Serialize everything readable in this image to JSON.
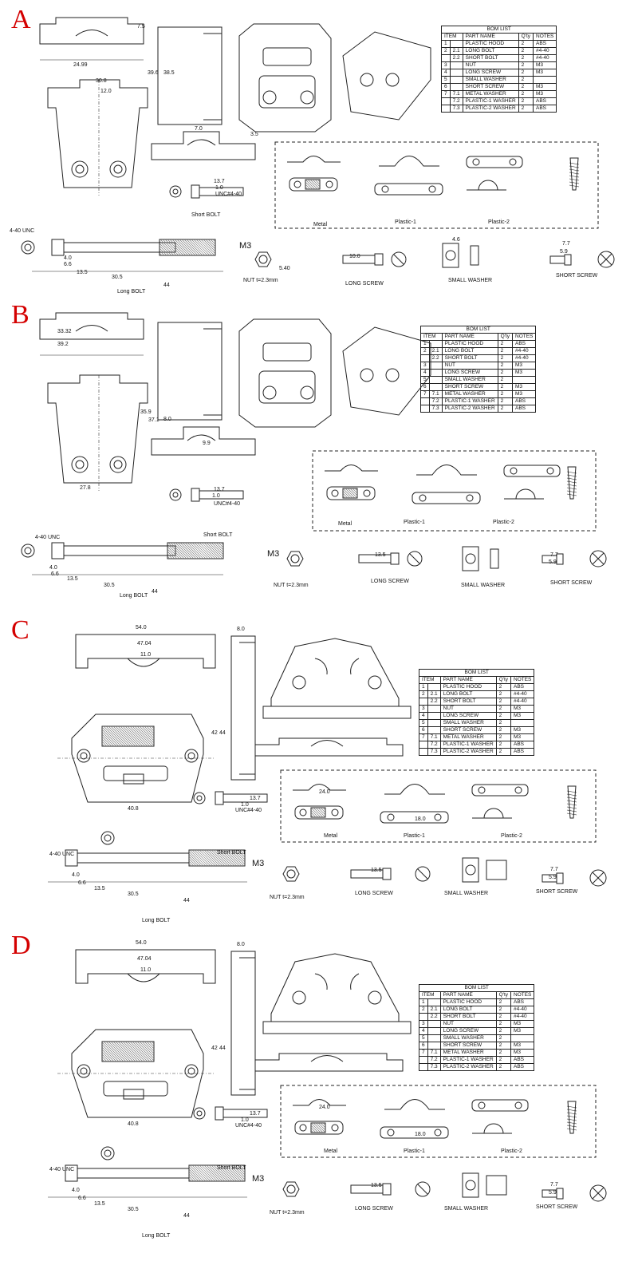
{
  "sheets": [
    {
      "letter": "A",
      "dims": [
        "24.99",
        "7.5",
        "30.8",
        "12.0",
        "39.6",
        "38.5",
        "7.0",
        "3.5",
        "13.7",
        "1.0",
        "UNC#4-40",
        "4-40 UNC",
        "4.0",
        "6.6",
        "13.5",
        "30.5",
        "44",
        "5.40",
        "10.0",
        "4.6",
        "7.7",
        "5.9"
      ],
      "labels": {
        "short_bolt": "Short BOLT",
        "long_bolt": "Long BOLT",
        "nut": "NUT  t=2.3mm",
        "long_screw": "LONG SCREW",
        "small_washer": "SMALL WASHER",
        "short_screw": "SHORT SCREW",
        "metal": "Metal",
        "plastic1": "Plastic-1",
        "plastic2": "Plastic-2",
        "m3": "M3"
      }
    },
    {
      "letter": "B",
      "dims": [
        "33.32",
        "39.2",
        "8.0",
        "35.9",
        "37.1",
        "27.8",
        "9.9",
        "13.7",
        "1.0",
        "UNC#4-40",
        "4-40 UNC",
        "4.0",
        "6.6",
        "13.5",
        "30.5",
        "44",
        "13.5",
        "7.7",
        "5.9"
      ],
      "labels": {
        "short_bolt": "Short BOLT",
        "long_bolt": "Long BOLT",
        "nut": "NUT  t=2.3mm",
        "long_screw": "LONG SCREW",
        "small_washer": "SMALL WASHER",
        "short_screw": "SHORT SCREW",
        "metal": "Metal",
        "plastic1": "Plastic-1",
        "plastic2": "Plastic-2",
        "m3": "M3"
      }
    },
    {
      "letter": "C",
      "dims": [
        "54.0",
        "47.04",
        "11.0",
        "8.0",
        "42",
        "44",
        "40.8",
        "13.7",
        "1.0",
        "UNC#4-40",
        "4-40 UNC",
        "4.0",
        "6.6",
        "13.5",
        "30.5",
        "44",
        "13.5",
        "7.7",
        "5.9",
        "24.0",
        "18.0"
      ],
      "labels": {
        "short_bolt": "Short BOLT",
        "long_bolt": "Long BOLT",
        "nut": "NUT  t=2.3mm",
        "long_screw": "LONG SCREW",
        "small_washer": "SMALL WASHER",
        "short_screw": "SHORT SCREW",
        "metal": "Metal",
        "plastic1": "Plastic-1",
        "plastic2": "Plastic-2",
        "m3": "M3"
      }
    },
    {
      "letter": "D",
      "dims": [
        "54.0",
        "47.04",
        "11.0",
        "8.0",
        "42",
        "44",
        "40.8",
        "13.7",
        "1.0",
        "UNC#4-40",
        "4-40 UNC",
        "4.0",
        "6.6",
        "13.5",
        "30.5",
        "44",
        "13.5",
        "7.7",
        "5.9",
        "24.0",
        "18.0"
      ],
      "labels": {
        "short_bolt": "Short BOLT",
        "long_bolt": "Long BOLT",
        "nut": "NUT  t=2.3mm",
        "long_screw": "LONG SCREW",
        "small_washer": "SMALL WASHER",
        "short_screw": "SHORT SCREW",
        "metal": "Metal",
        "plastic1": "Plastic-1",
        "plastic2": "Plastic-2",
        "m3": "M3"
      }
    }
  ],
  "bom": {
    "title": "BOM LIST",
    "headers": [
      "ITEM",
      "PART NAME",
      "Q'ty",
      "NOTES"
    ],
    "rows": [
      {
        "item": "1",
        "sub": "",
        "name": "PLASTIC HOOD",
        "qty": "2",
        "notes": "ABS"
      },
      {
        "item": "2",
        "sub": "2.1",
        "name": "LONG BOLT",
        "qty": "2",
        "notes": "#4-40"
      },
      {
        "item": "",
        "sub": "2.2",
        "name": "SHORT BOLT",
        "qty": "2",
        "notes": "#4-40"
      },
      {
        "item": "3",
        "sub": "",
        "name": "NUT",
        "qty": "2",
        "notes": "M3"
      },
      {
        "item": "4",
        "sub": "",
        "name": "LONG SCREW",
        "qty": "2",
        "notes": "M3"
      },
      {
        "item": "5",
        "sub": "",
        "name": "SMALL WASHER",
        "qty": "2",
        "notes": ""
      },
      {
        "item": "6",
        "sub": "",
        "name": "SHORT SCREW",
        "qty": "2",
        "notes": "M3"
      },
      {
        "item": "7",
        "sub": "7.1",
        "name": "METAL WASHER",
        "qty": "2",
        "notes": "M3"
      },
      {
        "item": "",
        "sub": "7.2",
        "name": "PLASTIC-1 WASHER",
        "qty": "2",
        "notes": "ABS"
      },
      {
        "item": "",
        "sub": "7.3",
        "name": "PLASTIC-2 WASHER",
        "qty": "2",
        "notes": "ABS"
      }
    ]
  },
  "colors": {
    "letter": "#d40000",
    "line": "#222222",
    "hatch": "#777777"
  }
}
